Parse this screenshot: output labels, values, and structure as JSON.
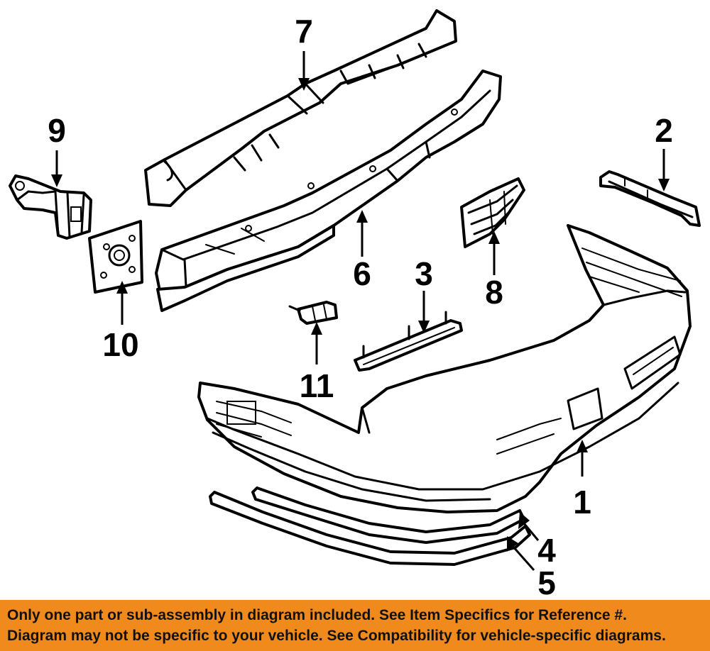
{
  "diagram": {
    "callouts": {
      "c1": "1",
      "c2": "2",
      "c3": "3",
      "c4": "4",
      "c5": "5",
      "c6": "6",
      "c7": "7",
      "c8": "8",
      "c9": "9",
      "c10": "10",
      "c11": "11"
    }
  },
  "banner": {
    "line1": "Only one part or sub-assembly in diagram included. See Item Specifics for Reference #.",
    "line2": "Diagram may not be specific to your vehicle. See Compatibility for vehicle-specific diagrams."
  },
  "colors": {
    "banner_background": "#f08a1c",
    "line_art": "#000000"
  }
}
